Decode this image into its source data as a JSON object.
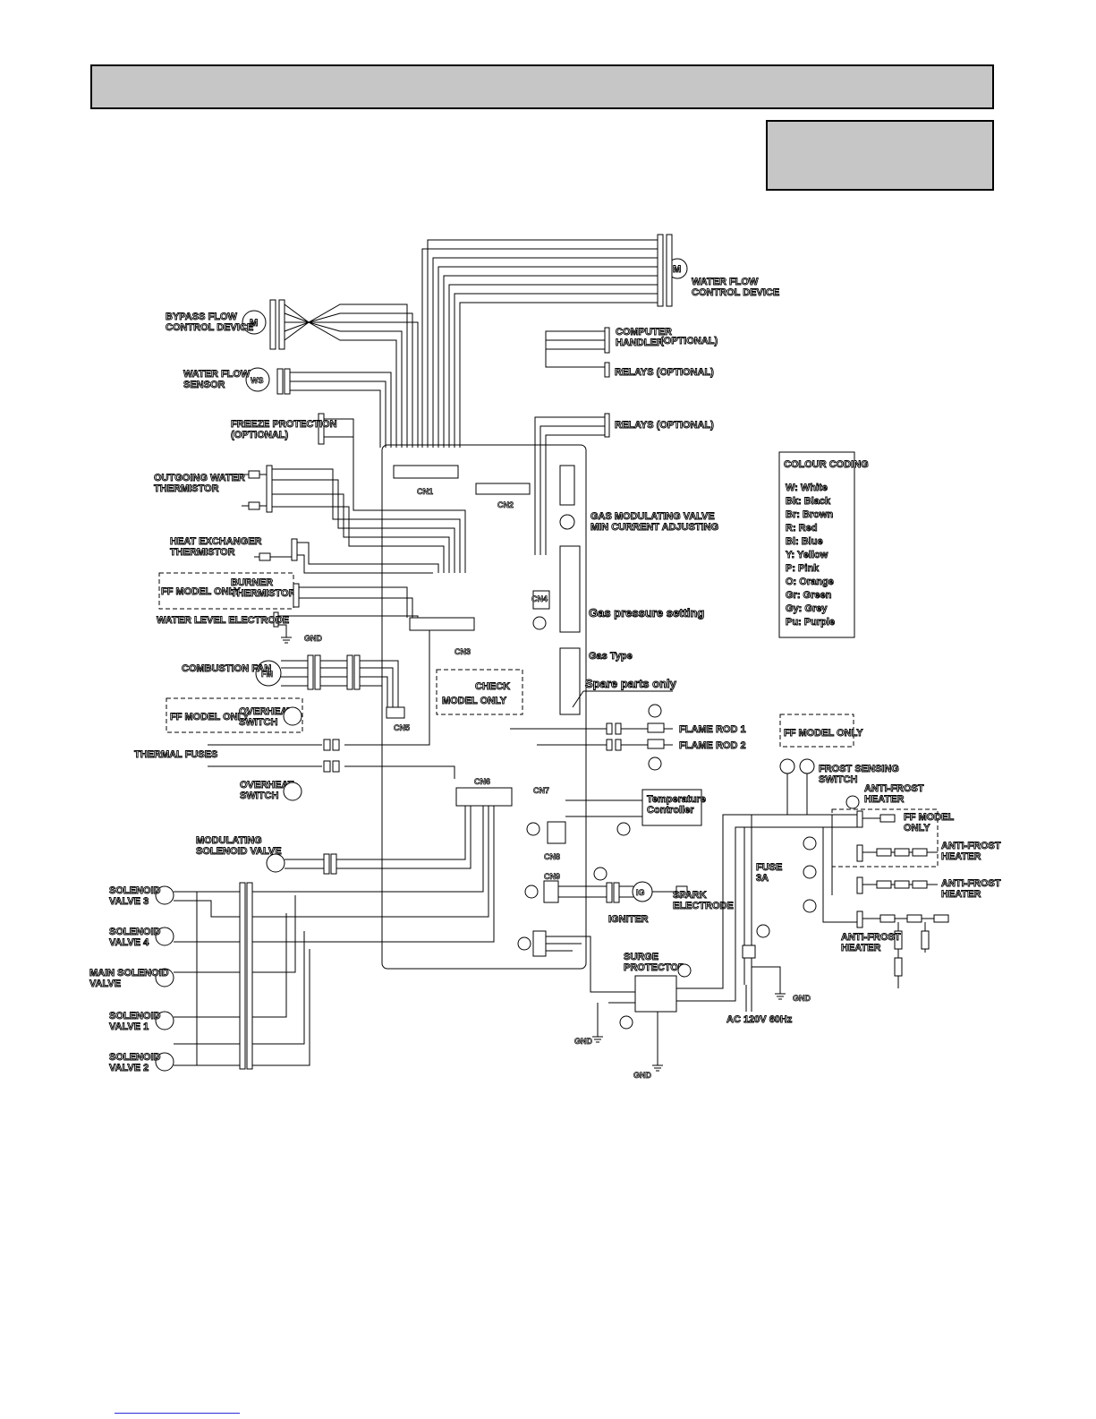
{
  "components": {
    "water_flow_control": "WATER FLOW\nCONTROL DEVICE",
    "bypass_flow_control": "BYPASS FLOW\nCONTROL DEVICE",
    "water_flow_sensor": "WATER FLOW\nSENSOR",
    "freeze_protection": "FREEZE PROTECTION\n(OPTIONAL)",
    "outgoing_water_thermistor": "OUTGOING WATER\nTHERMISTOR",
    "heat_exchanger_thermistor": "HEAT EXCHANGER\nTHERMISTOR",
    "ff_model_only_1": "FF MODEL ONLY",
    "burner_thermistor": "BURNER\nTHERMISTOR",
    "water_level_electrode": "WATER LEVEL ELECTRODE",
    "combustion_fan": "COMBUSTION FAN",
    "ff_model_only_2": "FF MODEL ONLY",
    "overheat_switch_1": "OVERHEAT\nSWITCH",
    "thermal_fuses": "THERMAL FUSES",
    "overheat_switch_2": "OVERHEAT\nSWITCH",
    "modulating_solenoid": "MODULATING\nSOLENOID VALVE",
    "solenoid_valve_3": "SOLENOID\nVALVE 3",
    "solenoid_valve_4": "SOLENOID\nVALVE 4",
    "main_solenoid": "MAIN SOLENOID\nVALVE",
    "solenoid_valve_1": "SOLENOID\nVALVE 1",
    "solenoid_valve_2": "SOLENOID\nVALVE 2",
    "computer_handler": "COMPUTER\nHANDLER",
    "computer_handler_opt": "(OPTIONAL)",
    "relays_1": "RELAYS (OPTIONAL)",
    "relays_2": "RELAYS (OPTIONAL)",
    "gas_modulating": "GAS MODULATING VALVE\nMIN CURRENT ADJUSTING",
    "gas_pressure_setting": "Gas pressure setting",
    "gas_type": "Gas Type",
    "spare_parts_only": "Spare parts only",
    "flame_rod_1": "FLAME ROD 1",
    "flame_rod_2": "FLAME ROD 2",
    "temperature_controller": "Temperature\nController",
    "igniter": "IGNITER",
    "spark_electrode": "SPARK\nELECTRODE",
    "surge_protector": "SURGE\nPROTECTOR",
    "fuse": "FUSE\n3A",
    "ac_supply": "AC 120V 60Hz",
    "gnd": "GND",
    "ff_model_only_3": "FF MODEL ONLY",
    "frost_sensing": "FROST SENSING\nSWITCH",
    "anti_frost_1": "ANTI-FROST\nHEATER",
    "ff_model_only_4": "FF MODEL\nONLY",
    "anti_frost_2": "ANTI-FROST\nHEATER",
    "anti_frost_3": "ANTI-FROST\nHEATER",
    "anti_frost_4": "ANTI-FROST\nHEATER",
    "model_only": "MODEL ONLY",
    "check": "CHECK"
  },
  "connectors": [
    "CN1",
    "CN2",
    "CN3",
    "CN4",
    "CN5",
    "CN6",
    "CN7",
    "CN8",
    "CN9"
  ],
  "colour_coding": {
    "title": "COLOUR CODING",
    "entries": [
      "W: White",
      "Bk: Black",
      "Br: Brown",
      "R: Red",
      "Bl: Blue",
      "Y: Yellow",
      "P: Pink",
      "O: Orange",
      "Gr: Green",
      "Gy: Grey",
      "Pu: Purple"
    ]
  }
}
